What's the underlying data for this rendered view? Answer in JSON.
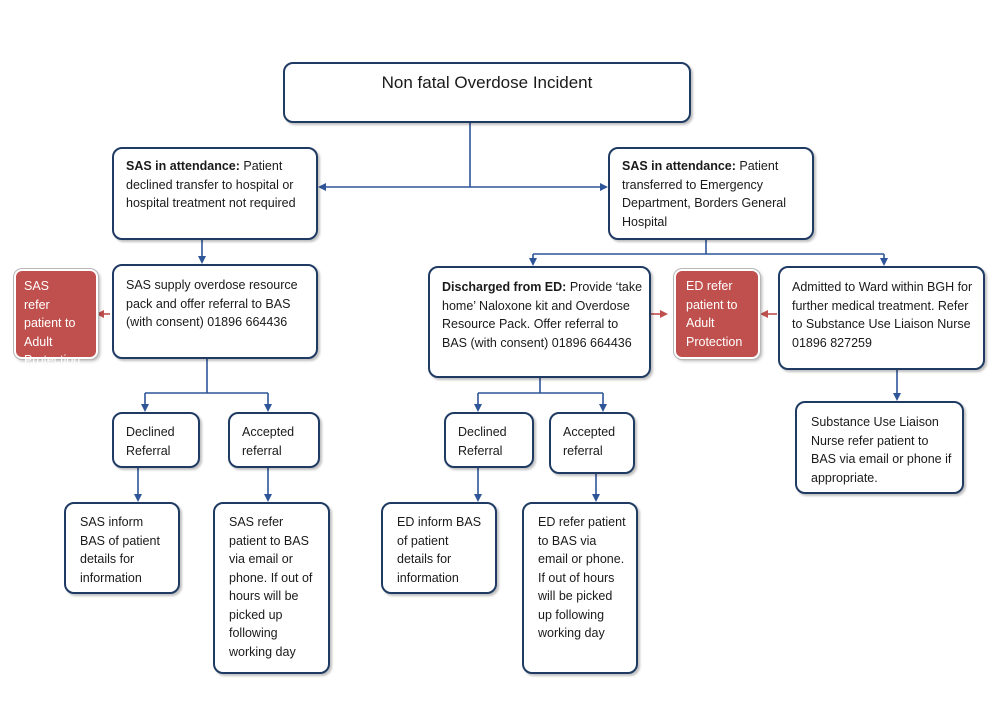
{
  "title": "Non fatal Overdose Incident",
  "sas_left": {
    "bold": "SAS in attendance:",
    "text": " Patient declined transfer to hospital or hospital treatment not required"
  },
  "sas_right": {
    "bold": "SAS in attendance:",
    "text": " Patient transferred to Emergency Department, Borders General Hospital"
  },
  "sas_supply": "SAS supply overdose resource pack and offer referral to BAS (with consent) 01896 664436",
  "sas_refer_protection": "SAS refer patient to Adult Protection",
  "discharged": {
    "bold": "Discharged from ED:",
    "text": "  Provide ‘take home’ Naloxone kit and Overdose Resource Pack. Offer referral to BAS (with consent) 01896 664436"
  },
  "ed_refer_protection": "ED refer patient to Adult Protection",
  "admitted": "Admitted to Ward within BGH for further medical treatment. Refer to Substance Use Liaison Nurse 01896 827259",
  "left_declined": "Declined Referral",
  "left_accepted": "Accepted referral",
  "mid_declined": "Declined Referral",
  "mid_accepted": "Accepted referral",
  "sas_inform": "SAS inform BAS of patient details for information",
  "sas_refer_bas": "SAS refer patient to BAS via email or phone.  If out of hours will be picked up following working day",
  "ed_inform": "ED inform BAS of patient details for information",
  "ed_refer_bas": "ED refer patient to BAS via email or phone.  If out of hours will be picked up following working day",
  "liaison": "Substance Use Liaison Nurse refer patient to BAS via email or phone if appropriate.",
  "colors": {
    "border": "#1f3b64",
    "connector": "#2e5597",
    "protection_fill": "#c0504d",
    "protection_arrow": "#c0504d"
  }
}
